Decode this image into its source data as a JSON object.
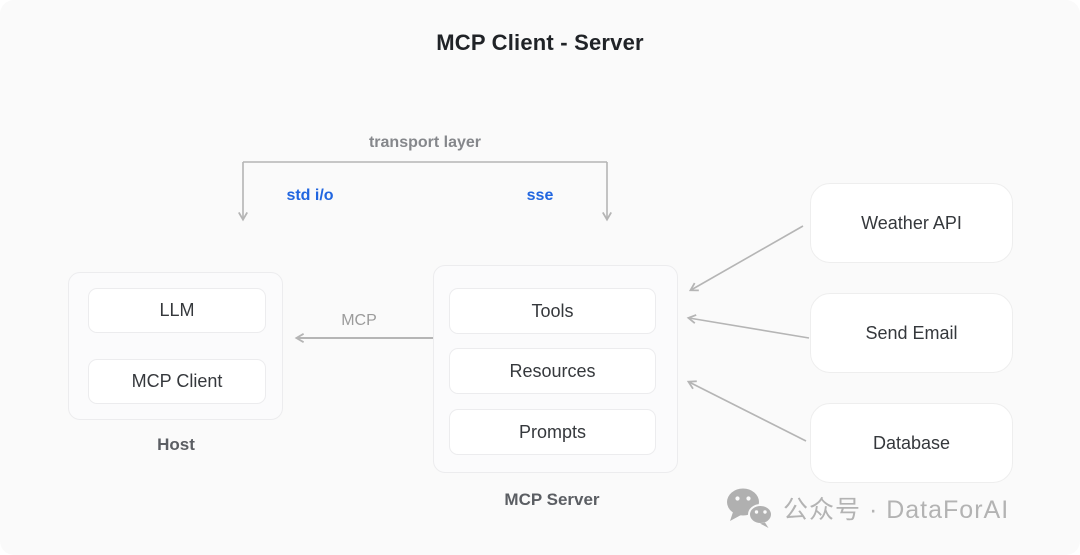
{
  "title": "MCP Client - Server",
  "transport": {
    "label": "transport layer",
    "left_protocol": "std i/o",
    "right_protocol": "sse"
  },
  "mcp_arrow_label": "MCP",
  "host": {
    "label": "Host",
    "items": [
      {
        "label": "LLM"
      },
      {
        "label": "MCP Client"
      }
    ]
  },
  "server": {
    "label": "MCP Server",
    "items": [
      {
        "label": "Tools"
      },
      {
        "label": "Resources"
      },
      {
        "label": "Prompts"
      }
    ]
  },
  "external_services": [
    {
      "label": "Weather API"
    },
    {
      "label": "Send Email"
    },
    {
      "label": "Database"
    }
  ],
  "watermark": {
    "icon": "wechat-icon",
    "text": "公众号 · DataForAI"
  },
  "colors": {
    "canvas_bg": "#fafafa",
    "container_bg": "#fbfbfc",
    "box_bg": "#ffffff",
    "border": "#ececee",
    "arrow": "#b5b5b5",
    "accent_blue": "#2166e0",
    "title_text": "#202327",
    "group_label_text": "#5b5e63",
    "muted_text": "#85878b",
    "box_text": "#35383c",
    "watermark_text": "#b3b3b3"
  }
}
